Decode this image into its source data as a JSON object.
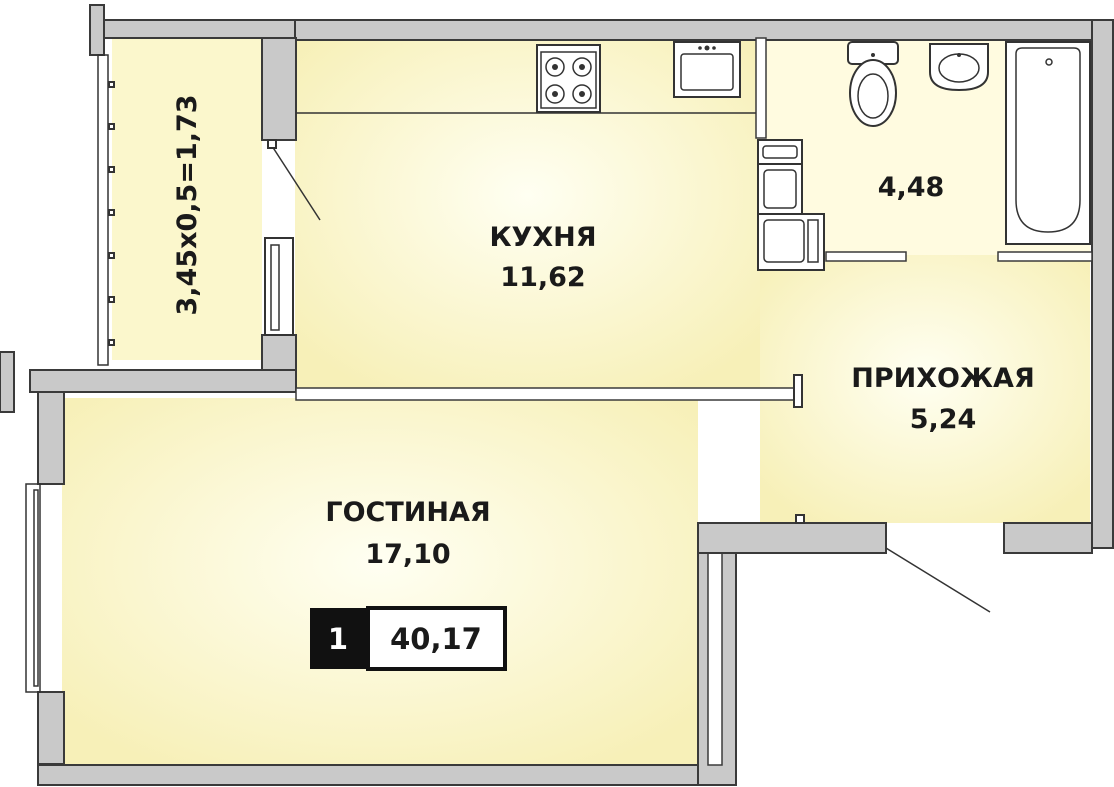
{
  "rooms": {
    "balcony": {
      "label": "3,45x0,5=1,73"
    },
    "kitchen": {
      "name": "КУХНЯ",
      "area": "11,62"
    },
    "bathroom": {
      "area": "4,48"
    },
    "hallway": {
      "name": "ПРИХОЖАЯ",
      "area": "5,24"
    },
    "living": {
      "name": "ГОСТИНАЯ",
      "area": "17,10"
    }
  },
  "badge": {
    "rooms": "1",
    "total": "40,17"
  },
  "colors": {
    "floor_light": "#fffde6",
    "floor_warm": "#fbf6c2",
    "wall_hatch": "#8c8c8c",
    "badge_dark": "#111111"
  }
}
